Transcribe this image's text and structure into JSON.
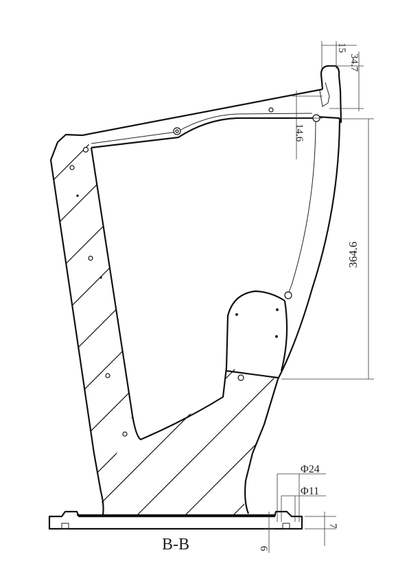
{
  "drawing": {
    "section_label": "B-B",
    "dimensions": {
      "top_width": "15",
      "top_height": "34.7",
      "rail_offset": "14.6",
      "height": "364.6",
      "dia_outer": "Φ24",
      "dia_inner": "Φ11",
      "base_thickness": "7",
      "base_step": "6"
    }
  }
}
